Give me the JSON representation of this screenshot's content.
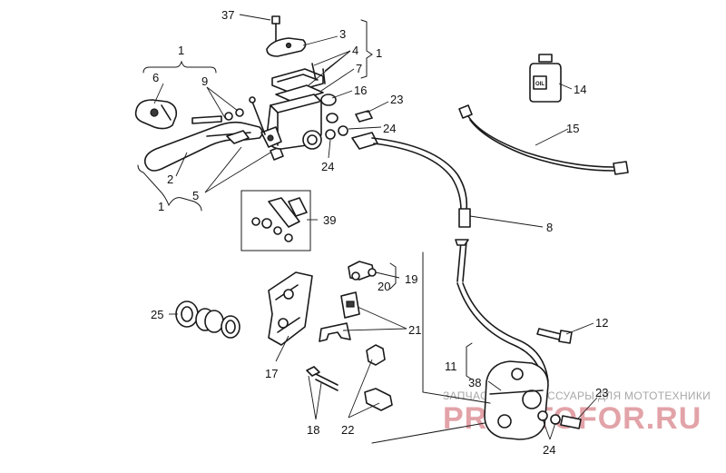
{
  "callouts": {
    "n1": "1",
    "n2": "2",
    "n3": "3",
    "n4": "4",
    "n5": "5",
    "n6": "6",
    "n7": "7",
    "n8": "8",
    "n9": "9",
    "n11": "11",
    "n12": "12",
    "n14": "14",
    "n15": "15",
    "n16": "16",
    "n17": "17",
    "n18": "18",
    "n19": "19",
    "n20": "20",
    "n21": "21",
    "n22": "22",
    "n23": "23",
    "n24": "24",
    "n25": "25",
    "n37": "37",
    "n38": "38",
    "n39": "39"
  },
  "bottle": {
    "label": "OIL"
  },
  "watermark": {
    "caption": "ЗАПЧАСТИ И АКСЕССУАРЫ ДЛЯ МОТОТЕХНИКИ",
    "brand": "PROSTOFOR.RU"
  }
}
